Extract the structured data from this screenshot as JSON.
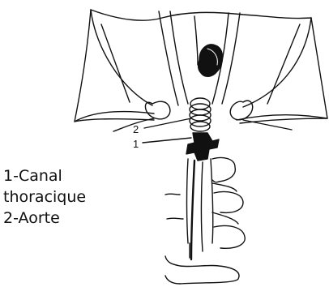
{
  "figure": {
    "callouts": [
      {
        "number": "2"
      },
      {
        "number": "1"
      }
    ],
    "legend": {
      "line1": "1-Canal",
      "line2": "thoracique",
      "line3": "2-Aorte"
    }
  }
}
